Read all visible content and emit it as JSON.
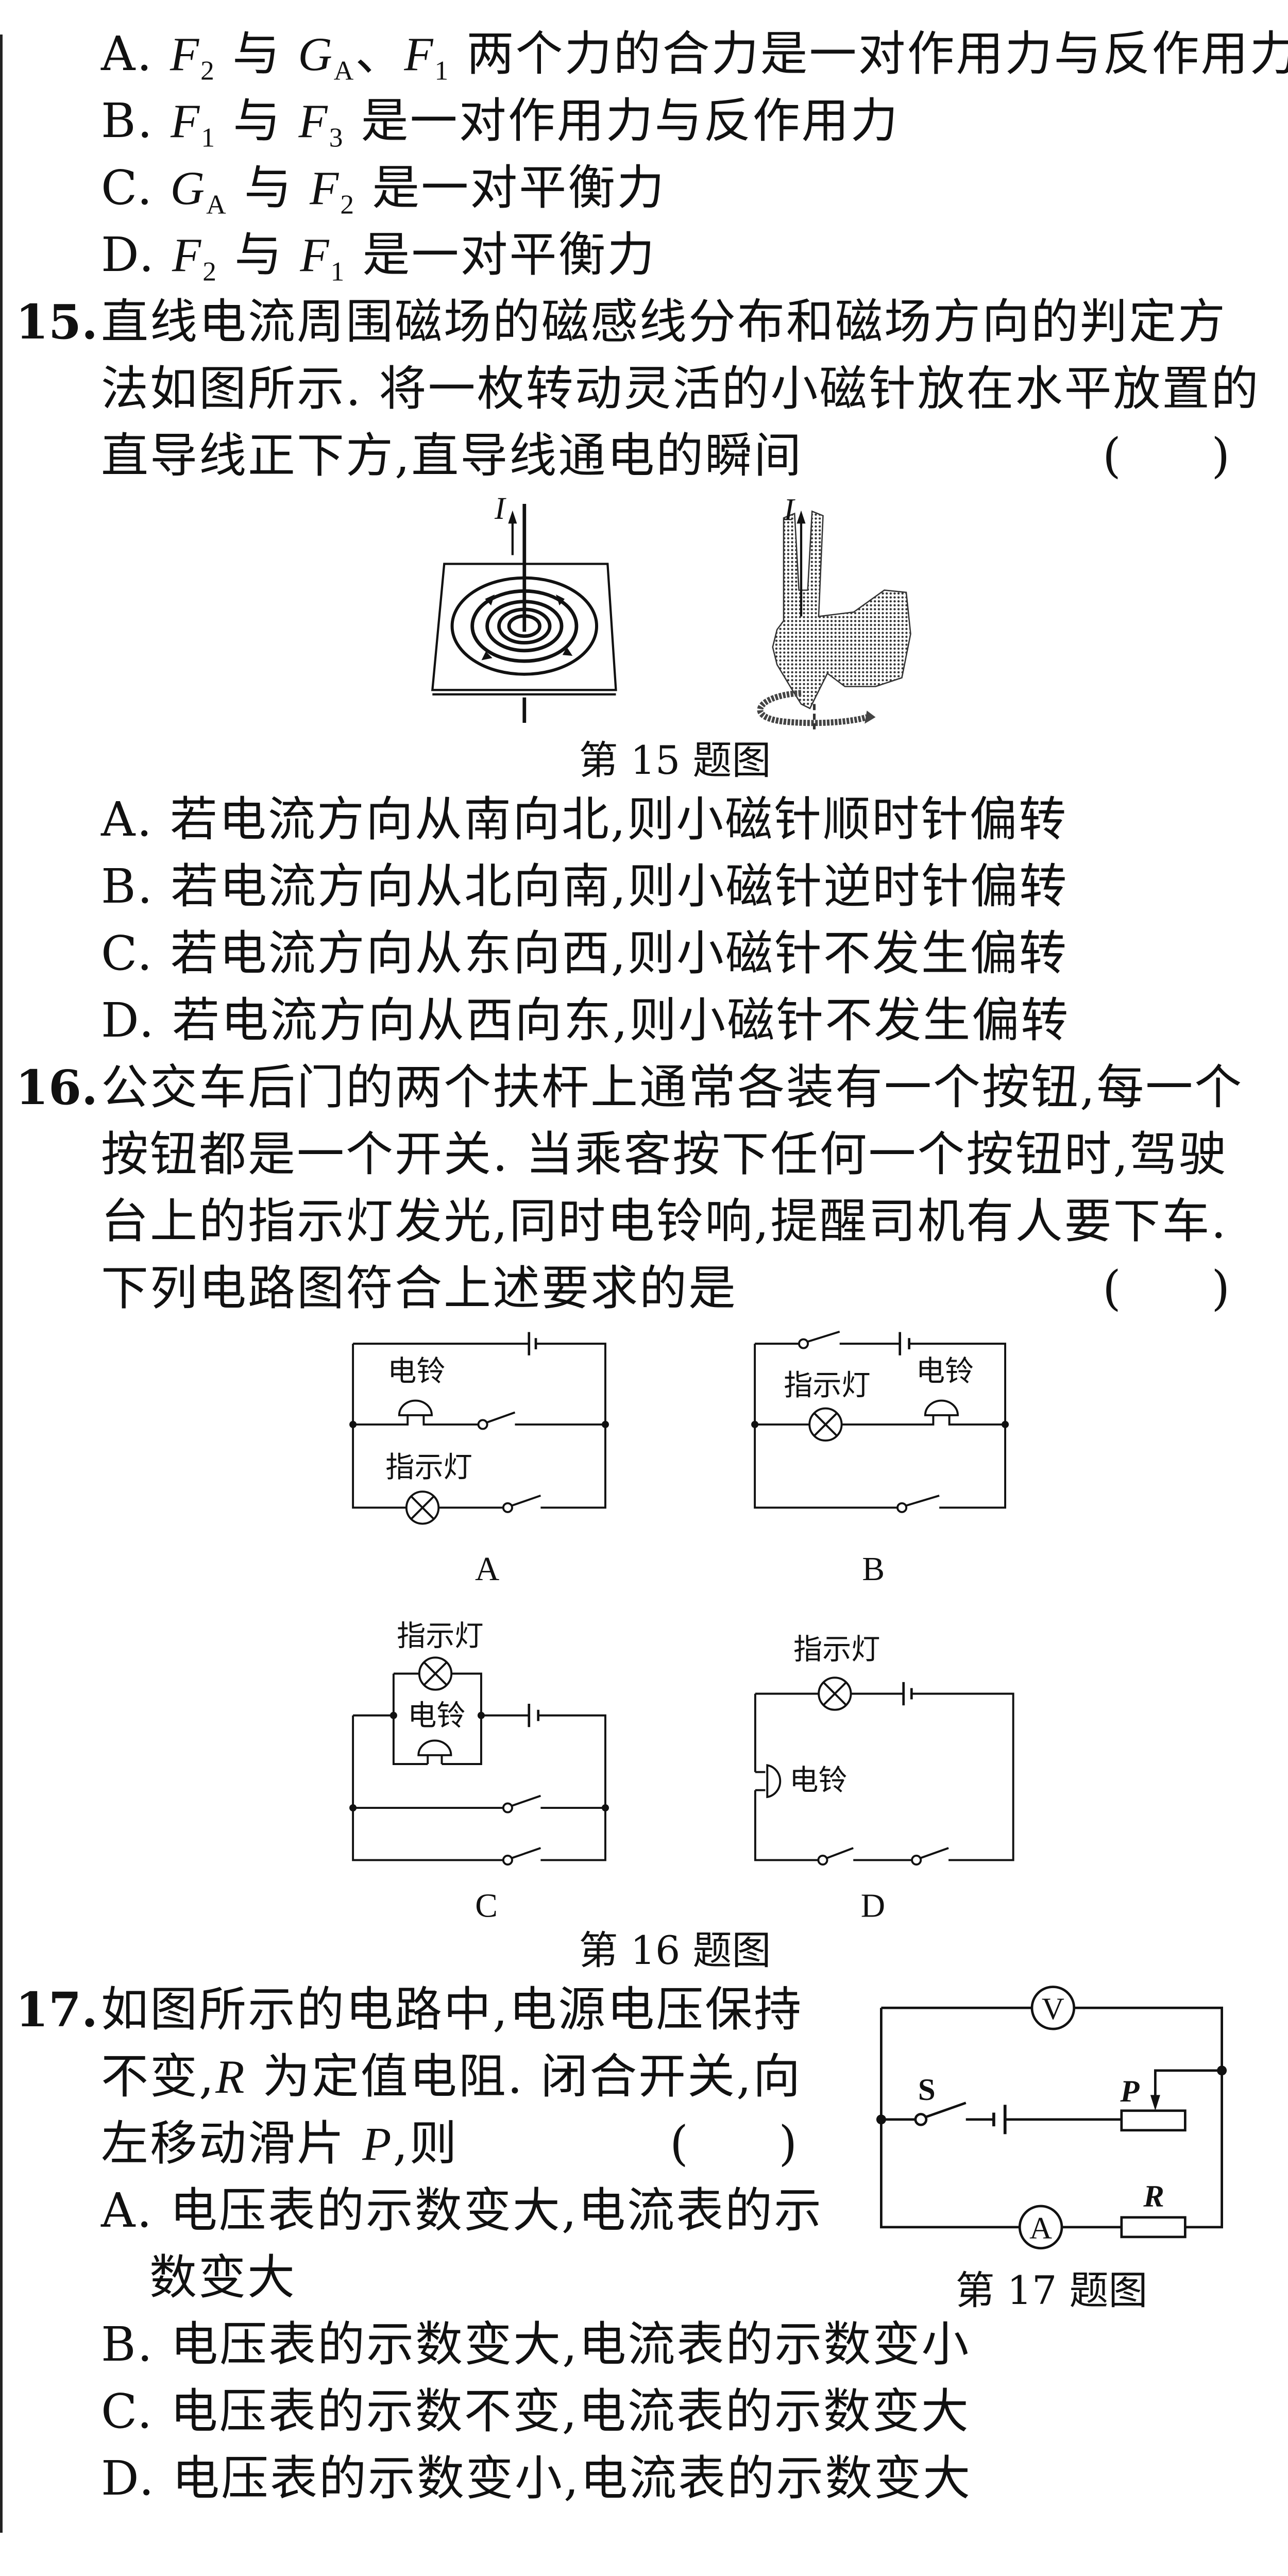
{
  "q14": {
    "options": [
      [
        {
          "t": "A. "
        },
        {
          "t": "F",
          "s": "i"
        },
        {
          "t": "2",
          "s": "sub"
        },
        {
          "t": " 与 "
        },
        {
          "t": "G",
          "s": "i"
        },
        {
          "t": "A",
          "s": "sub"
        },
        {
          "t": "、"
        },
        {
          "t": "F",
          "s": "i"
        },
        {
          "t": "1",
          "s": "sub"
        },
        {
          "t": " 两个力的合力是一对作用力与反作用力"
        }
      ],
      [
        {
          "t": "B. "
        },
        {
          "t": "F",
          "s": "i"
        },
        {
          "t": "1",
          "s": "sub"
        },
        {
          "t": " 与 "
        },
        {
          "t": "F",
          "s": "i"
        },
        {
          "t": "3",
          "s": "sub"
        },
        {
          "t": " 是一对作用力与反作用力"
        }
      ],
      [
        {
          "t": "C. "
        },
        {
          "t": "G",
          "s": "i"
        },
        {
          "t": "A",
          "s": "sub"
        },
        {
          "t": " 与 "
        },
        {
          "t": "F",
          "s": "i"
        },
        {
          "t": "2",
          "s": "sub"
        },
        {
          "t": " 是一对平衡力"
        }
      ],
      [
        {
          "t": "D. "
        },
        {
          "t": "F",
          "s": "i"
        },
        {
          "t": "2",
          "s": "sub"
        },
        {
          "t": " 与 "
        },
        {
          "t": "F",
          "s": "i"
        },
        {
          "t": "1",
          "s": "sub"
        },
        {
          "t": " 是一对平衡力"
        }
      ]
    ]
  },
  "q15": {
    "number": "15.",
    "stem": [
      "直线电流周围磁场的磁感线分布和磁场方向的判定方",
      "法如图所示. 将一枚转动灵活的小磁针放在水平放置的",
      "直导线正下方,直导线通电的瞬间"
    ],
    "answer_paren": "(      )",
    "figure_current_label": "I",
    "figure_caption": "第 15 题图",
    "options": [
      [
        {
          "t": "A. 若电流方向从南向北,则小磁针顺时针偏转"
        }
      ],
      [
        {
          "t": "B. 若电流方向从北向南,则小磁针逆时针偏转"
        }
      ],
      [
        {
          "t": "C. 若电流方向从东向西,则小磁针不发生偏转"
        }
      ],
      [
        {
          "t": "D. 若电流方向从西向东,则小磁针不发生偏转"
        }
      ]
    ]
  },
  "q16": {
    "number": "16.",
    "stem": [
      "公交车后门的两个扶杆上通常各装有一个按钮,每一个",
      "按钮都是一个开关. 当乘客按下任何一个按钮时,驾驶",
      "台上的指示灯发光,同时电铃响,提醒司机有人要下车.",
      "下列电路图符合上述要求的是"
    ],
    "answer_paren": "(      )",
    "bell_label": "电铃",
    "lamp_label": "指示灯",
    "circuit_labels": [
      "A",
      "B",
      "C",
      "D"
    ],
    "figure_caption": "第 16 题图"
  },
  "q17": {
    "number": "17.",
    "stem": [
      [
        {
          "t": "如图所示的电路中,电源电压保持"
        }
      ],
      [
        {
          "t": "不变,"
        },
        {
          "t": "R",
          "s": "i"
        },
        {
          "t": " 为定值电阻. 闭合开关,向"
        }
      ],
      [
        {
          "t": "左移动滑片 "
        },
        {
          "t": "P",
          "s": "i"
        },
        {
          "t": ",则"
        }
      ]
    ],
    "answer_paren": "(      )",
    "options": [
      [
        {
          "t": "A. 电压表的示数变大,电流表的示"
        }
      ],
      [
        {
          "t": "数变大"
        }
      ],
      [
        {
          "t": "B. 电压表的示数变大,电流表的示数变小"
        }
      ],
      [
        {
          "t": "C. 电压表的示数不变,电流表的示数变大"
        }
      ],
      [
        {
          "t": "D. 电压表的示数变小,电流表的示数变大"
        }
      ]
    ],
    "figure": {
      "voltmeter": "V",
      "ammeter": "A",
      "switch": "S",
      "slider": "P",
      "resistor": "R"
    },
    "figure_caption": "第 17 题图"
  }
}
